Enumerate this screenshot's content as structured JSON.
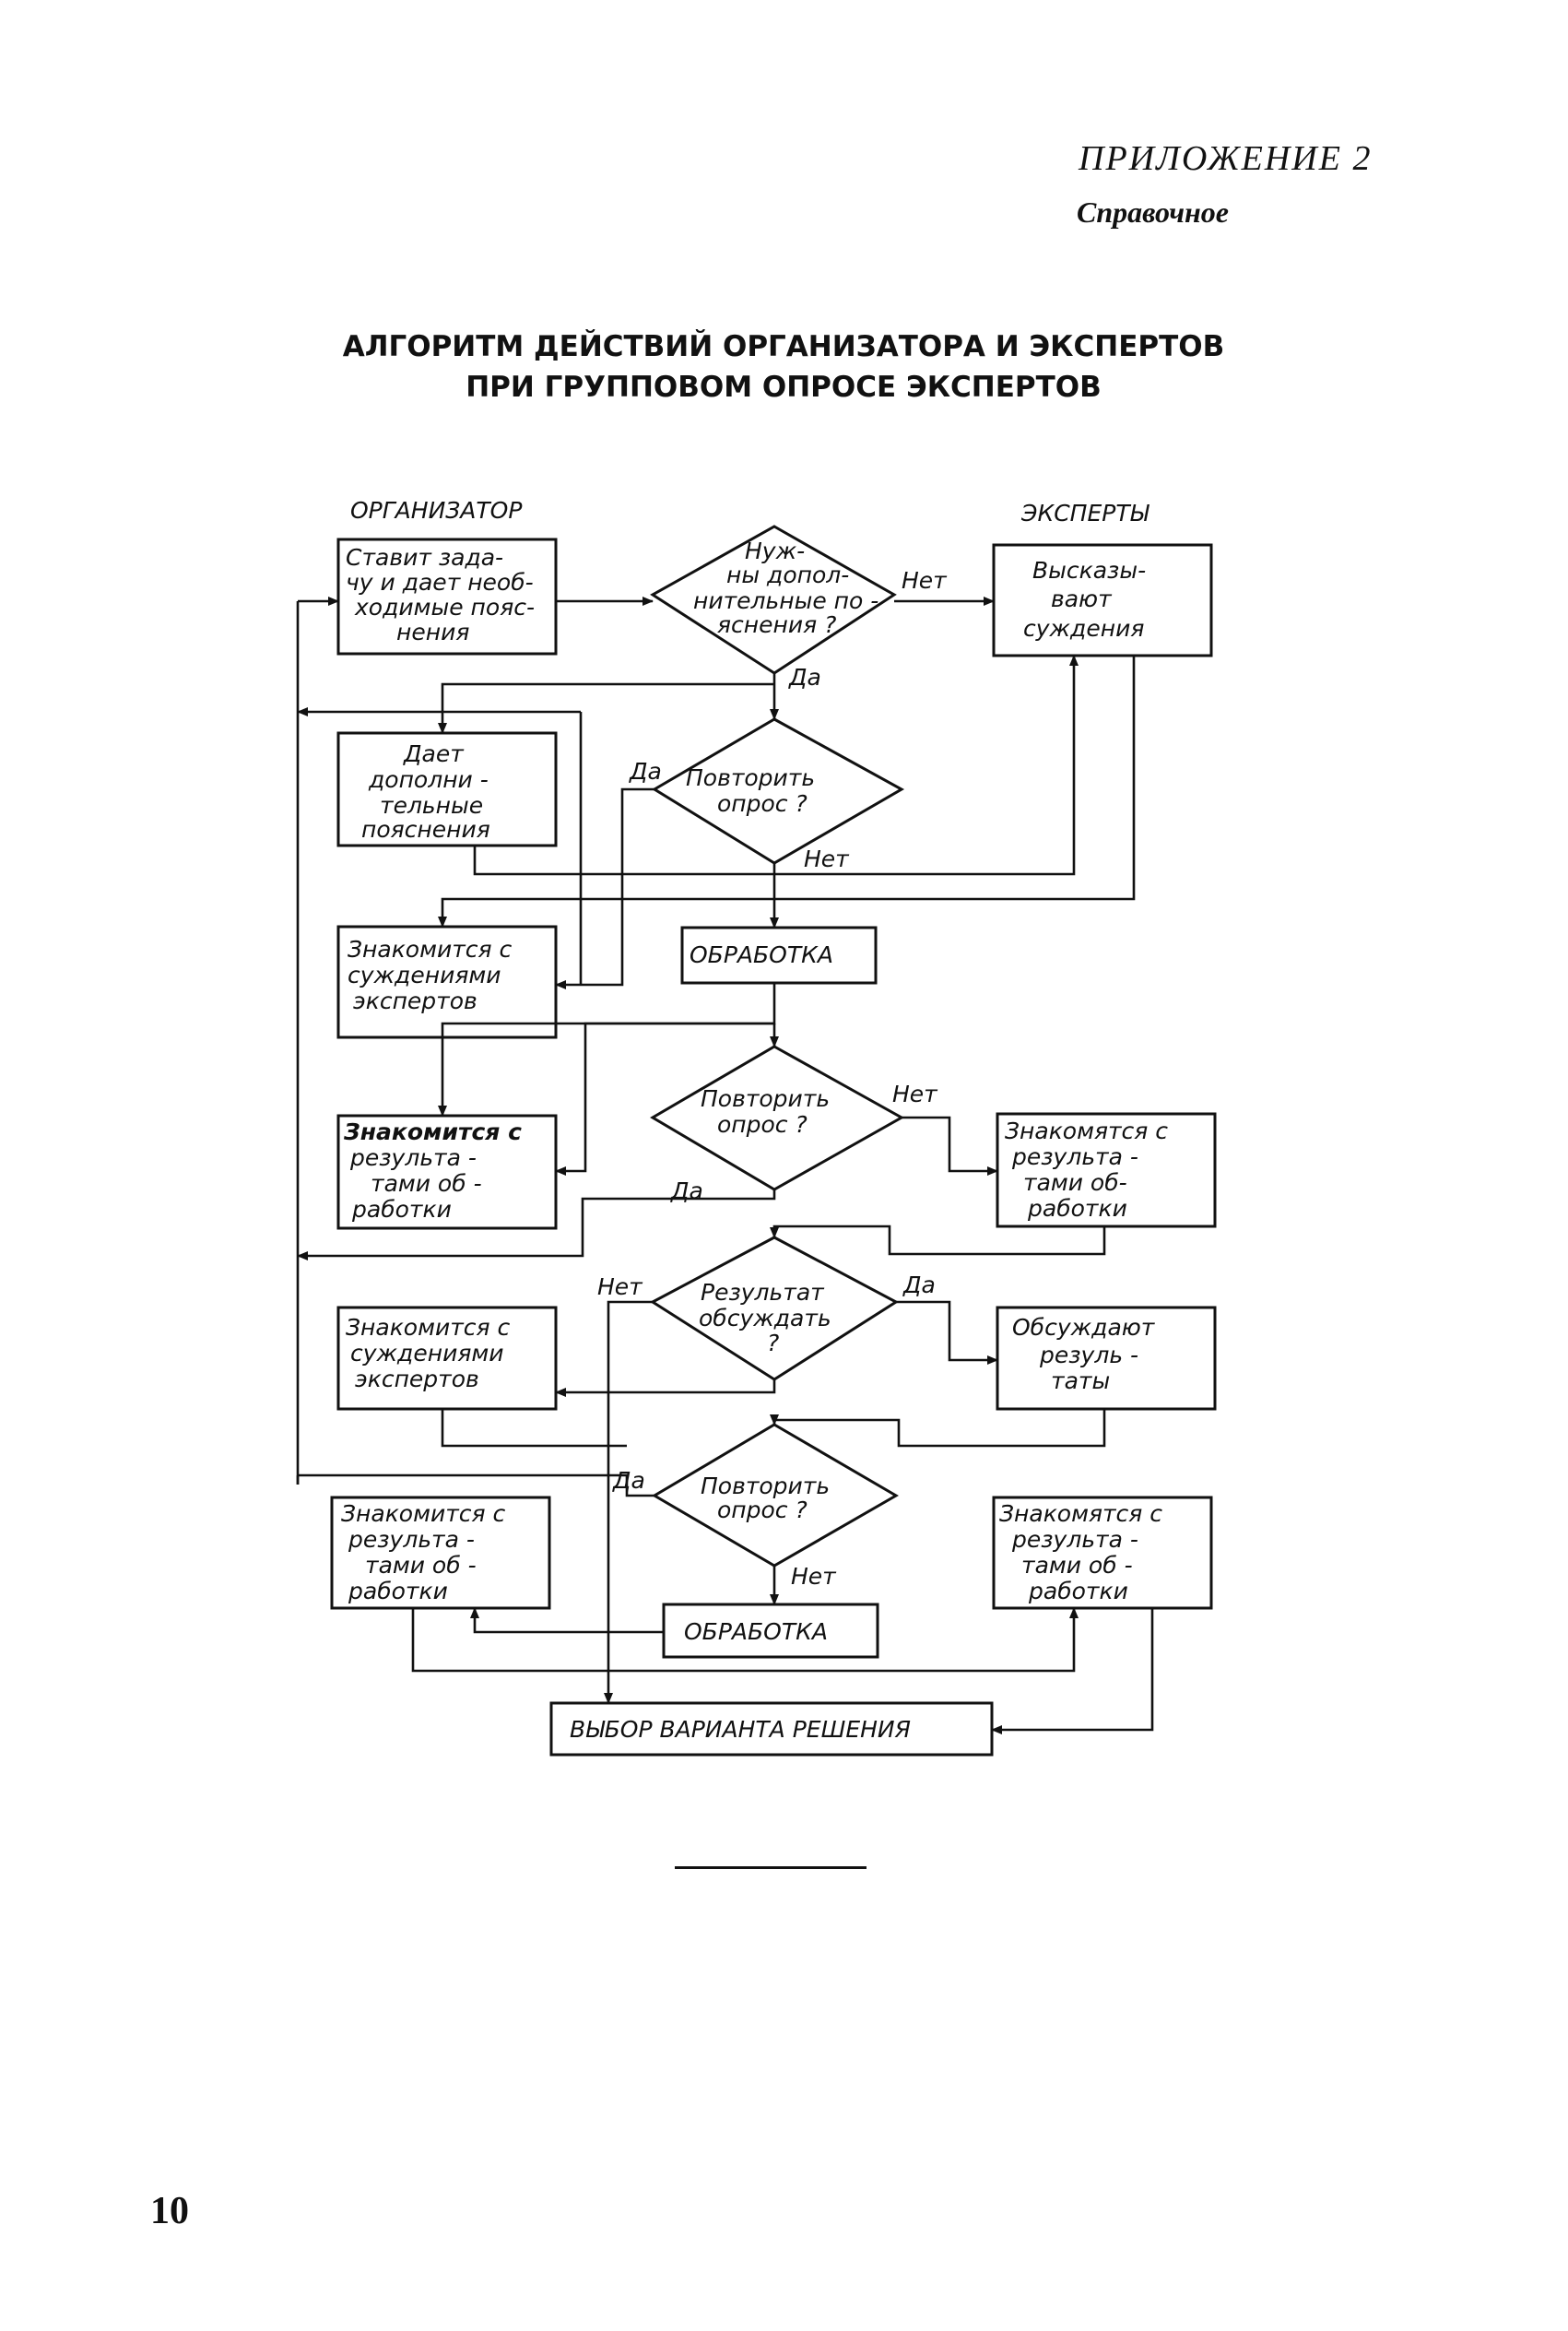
{
  "header": {
    "appendix": "ПРИЛОЖЕНИЕ 2",
    "reference": "Справочное"
  },
  "title": {
    "line1": "АЛГОРИТМ ДЕЙСТВИЙ ОРГАНИЗАТОРА И ЭКСПЕРТОВ",
    "line2": "ПРИ ГРУППОВОМ ОПРОСЕ ЭКСПЕРТОВ"
  },
  "columns": {
    "left": "ОРГАНИЗАТОР",
    "right": "ЭКСПЕРТЫ"
  },
  "boxes": {
    "set_task": [
      "Ставит зада-",
      "чу и дает необ-",
      "ходимые пояс-",
      "нения"
    ],
    "experts_judge": [
      "Высказы-",
      "вают",
      "суждения"
    ],
    "extra_explain": [
      "Дает",
      "дополни -",
      "тельные",
      "пояснения"
    ],
    "read_judgments_1": [
      "Знакомится с",
      "суждениями",
      "экспертов"
    ],
    "processing_1": [
      "ОБРАБОТКА"
    ],
    "read_results_1": [
      "Знакомится с",
      "результа -",
      "тами об -",
      "работки"
    ],
    "experts_read_results_1": [
      "Знакомятся с",
      "результа -",
      "тами об-",
      "работки"
    ],
    "read_judgments_2": [
      "Знакомится с",
      "суждениями",
      "экспертов"
    ],
    "discuss": [
      "Обсуждают",
      "резуль -",
      "таты"
    ],
    "read_results_2": [
      "Знакомится с",
      "результа -",
      "тами об -",
      "работки"
    ],
    "experts_read_results_2": [
      "Знакомятся с",
      "результа -",
      "тами об -",
      "работки"
    ],
    "processing_2": [
      "ОБРАБОТКА"
    ],
    "choice": [
      "ВЫБОР ВАРИАНТА РЕШЕНИЯ"
    ]
  },
  "decisions": {
    "need_explain": [
      "Нуж-",
      "ны допол-",
      "нительные по -",
      "яснения ?"
    ],
    "repeat_1": [
      "Повторить",
      "опрос ?"
    ],
    "repeat_2": [
      "Повторить",
      "опрос ?"
    ],
    "discuss_result": [
      "Результат",
      "обсуждать",
      "?"
    ],
    "repeat_3": [
      "Повторить",
      "опрос ?"
    ]
  },
  "edge_labels": {
    "no_1": "Нет",
    "yes_1": "Да",
    "yes_2": "Да",
    "no_2": "Нет",
    "no_3": "Нет",
    "yes_3": "Да",
    "no_4": "Нет",
    "yes_4": "Да",
    "yes_5": "Да",
    "no_5": "Нет"
  },
  "page_number": "10"
}
